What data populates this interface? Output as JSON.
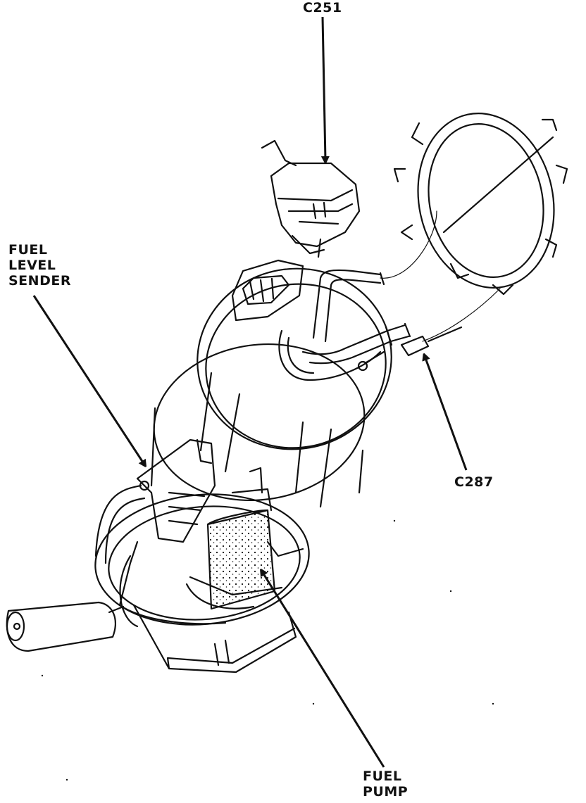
{
  "labels": {
    "c251": "C251",
    "fuel_level_sender": "FUEL\nLEVEL\nSENDER",
    "c287": "C287",
    "fuel_pump": "FUEL\nPUMP"
  },
  "colors": {
    "ink": "#111111",
    "background": "#ffffff",
    "shade": "#cccccc"
  }
}
